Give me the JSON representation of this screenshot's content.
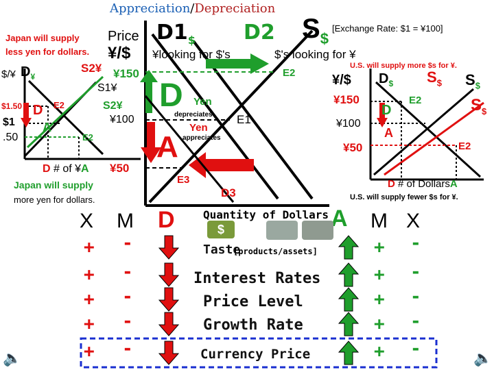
{
  "title": {
    "appreciation": "Appreciation",
    "slash": "/",
    "depreciation": "Depreciation"
  },
  "left": {
    "japan_supply_line1": "Japan will supply",
    "japan_supply_line2": "less yen for dollars.",
    "price": "Price",
    "yen_per_dollar": "¥/$",
    "axis_dollar_yen": "$/¥",
    "d_yen": "D",
    "d_yen_sub": "¥",
    "s2_yen": "S2¥",
    "yen150": "¥150",
    "s1_yen": "S1¥",
    "s2_yen_lower": "S2¥",
    "val_150": "$1.50",
    "val_1": "$1",
    "val_50": ".50",
    "yen100": "¥100",
    "d_mark": "D",
    "a_mark": "A",
    "e2": "E2",
    "e2b": "E2",
    "bottom_d": "D",
    "bottom_text": "# of ¥",
    "bottom_a": "A",
    "bottom_yen50": "¥50",
    "japan_more1": "Japan will supply",
    "japan_more2": "more yen for dollars."
  },
  "center": {
    "d1": "D1",
    "d1_sub": "$",
    "d2": "D2",
    "s": "S",
    "s_sub": "$",
    "exchange_rate": "[Exchange Rate:  $1 = ¥100]",
    "looking_dollars": "¥looking for $'s",
    "looking_yen": "$'s looking for ¥",
    "big_d": "D",
    "yen": "Yen",
    "depreciates": "depreciates",
    "e1": "E1",
    "big_a": "A",
    "yen2": "Yen",
    "appreciates": "appreciates",
    "e2": "E2",
    "e3": "E3",
    "d3": "D3"
  },
  "right": {
    "us_more": "U.S. will supply more $s for ¥.",
    "axis": "¥/$",
    "d_dollar": "D",
    "d_dollar_sub": "$",
    "s_dollar1": "S",
    "s_dollar1_sub": "$",
    "s_dollar2": "S",
    "s_dollar2_sub": "$",
    "s_dollar3": "S",
    "s_dollar3_sub": "$",
    "yen150": "¥150",
    "yen100": "¥100",
    "yen50": "¥50",
    "d_mark": "D",
    "e2": "E2",
    "a_mark": "A",
    "e2b": "E2",
    "bottom_d": "D",
    "bottom_text": "# of Dollars",
    "bottom_a": "A",
    "us_fewer": "U.S. will supply fewer $s for ¥."
  },
  "table": {
    "left_x": "X",
    "left_m": "M",
    "center_d": "D",
    "center_a": "A",
    "right_m": "M",
    "right_x": "X",
    "qty_dollars": "Quantity of Dollars",
    "factors": [
      "Taste",
      "Interest Rates",
      "Price   Level",
      "Growth Rate",
      "Currency Price"
    ],
    "taste_note": "[products/assets]",
    "plus": "+",
    "minus": "-"
  },
  "colors": {
    "red": "#e01010",
    "green": "#1f9e2c",
    "blue_dash": "#1a2fd0"
  }
}
